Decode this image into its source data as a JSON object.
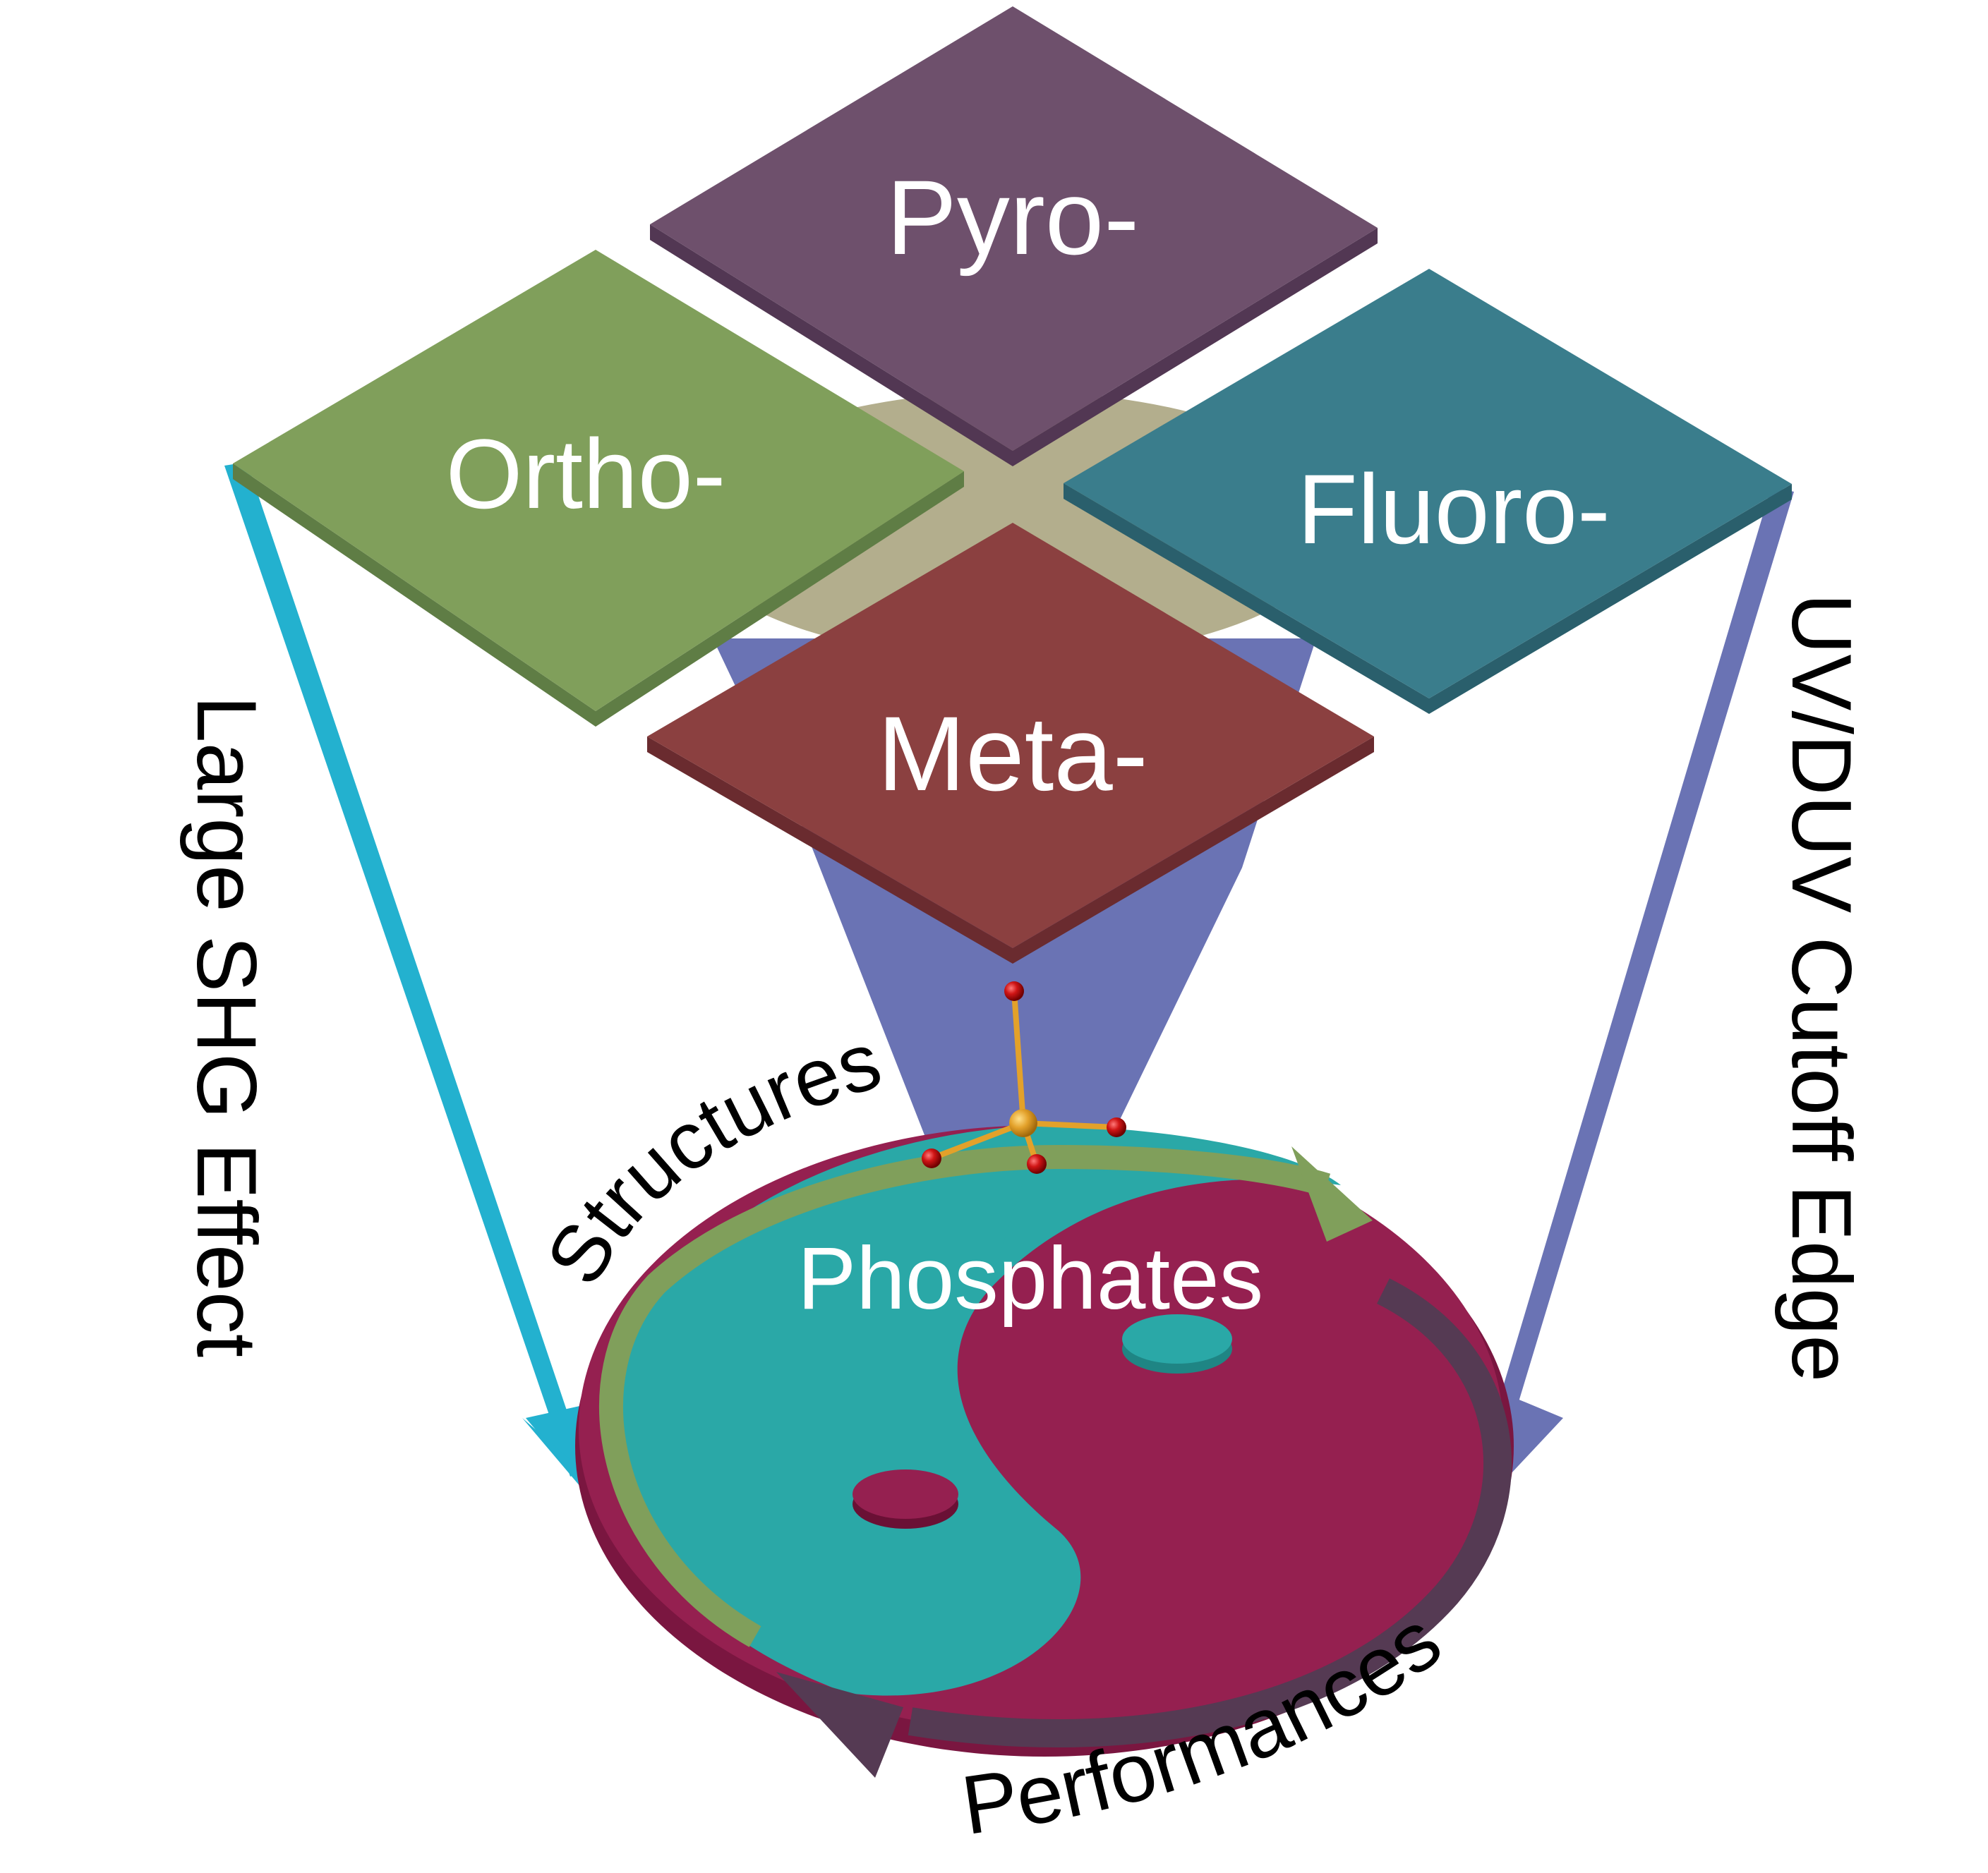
{
  "categories": {
    "pyro": {
      "label": "Pyro-",
      "color": "#6e506c",
      "shade": "#523753"
    },
    "ortho": {
      "label": "Ortho-",
      "color": "#809f5b",
      "shade": "#5f7d45"
    },
    "fluoro": {
      "label": "Fluoro-",
      "color": "#3a7d8c",
      "shade": "#2a5f6c"
    },
    "meta": {
      "label": "Meta-",
      "color": "#8b4040",
      "shade": "#6a2b2f"
    }
  },
  "center_disc_color": "#b3ae8d",
  "funnel_color": "#6a73b4",
  "left_arrow": {
    "label": "Large SHG Effect",
    "color": "#23b1cf"
  },
  "right_arrow": {
    "label": "UV/DUV Cutoff Edge",
    "color": "#6a73b4"
  },
  "core": {
    "label": "Phosphates",
    "teal": "#2aa8a7",
    "magenta": "#952050"
  },
  "cycle": {
    "structures_label": "Structures",
    "structures_color": "#809f5b",
    "performances_label": "Performances",
    "performances_color": "#553a53"
  },
  "molecule": {
    "center_atom": "P",
    "ligand_atom": "O",
    "center_color": "#e3a12a",
    "ligand_color": "#cc1010"
  }
}
